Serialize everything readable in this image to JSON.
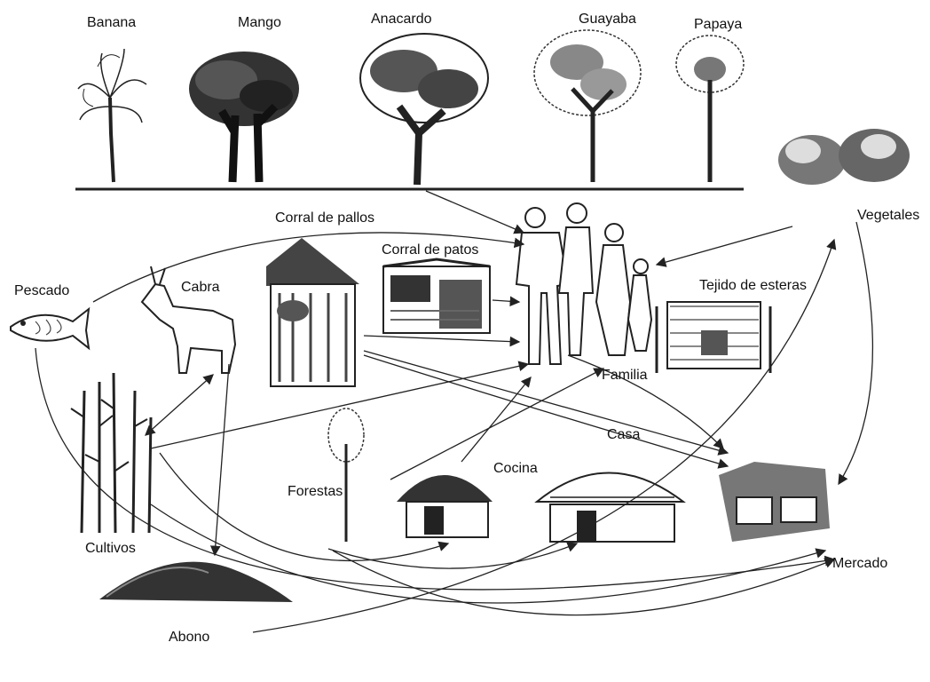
{
  "labels": {
    "banana": "Banana",
    "mango": "Mango",
    "anacardo": "Anacardo",
    "guayaba": "Guayaba",
    "papaya": "Papaya",
    "vegetales": "Vegetales",
    "corral_pollos": "Corral de pallos",
    "corral_patos": "Corral de patos",
    "pescado": "Pescado",
    "cabra": "Cabra",
    "tejido": "Tejido de esteras",
    "familia": "Familia",
    "casa": "Casa",
    "cocina": "Cocina",
    "forestas": "Forestas",
    "cultivos": "Cultivos",
    "mercado": "Mercado",
    "abono": "Abono"
  },
  "colors": {
    "ink": "#111111",
    "paper": "#ffffff"
  }
}
